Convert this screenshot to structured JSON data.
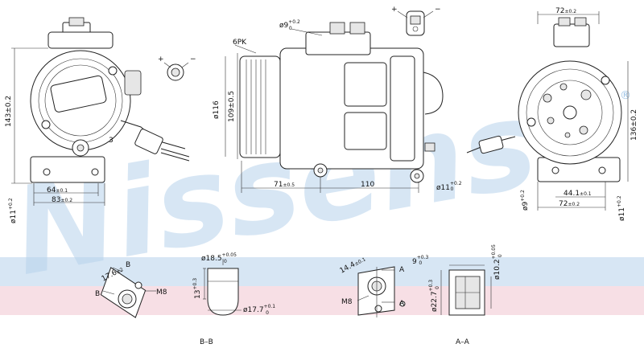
{
  "watermark": {
    "text": "Nissens",
    "registered": "®"
  },
  "band_colors": {
    "blue": "#d7e6f4",
    "pink": "#f7dfe5"
  },
  "left_view": {
    "dims": {
      "height": "143",
      "height_tol": "±0.2",
      "w64": "64",
      "w64_tol": "±0.1",
      "w83": "83",
      "w83_tol": "±0.2",
      "d11": "ø11",
      "d11_tol": "+0.2",
      "d11_tol2": "0",
      "num3": "3"
    }
  },
  "plug_top": {
    "plus": "+",
    "minus": "−"
  },
  "plug_left": {
    "plus": "+",
    "minus": "−"
  },
  "center_view": {
    "pk": "6PK",
    "d9": "ø9",
    "d9_tol": "+0.2",
    "d9_tol2": "0",
    "d116": "ø116",
    "d109": "109",
    "d109_tol": "±0.5",
    "w71": "71",
    "w71_tol": "±0.5",
    "w110": "110",
    "d11": "ø11",
    "d11_tol": "+0.2",
    "d11_tol2": "0"
  },
  "right_view": {
    "w72top": "72",
    "w72top_tol": "±0.2",
    "h136": "136",
    "h136_tol": "±0.2",
    "w44": "44.1",
    "w44_tol": "±0.1",
    "w72": "72",
    "w72_tol": "±0.2",
    "d9": "ø9",
    "d9_tol": "+0.2",
    "d11": "ø11",
    "d11_tol": "+0.2"
  },
  "detail_b": {
    "label": "B–B",
    "mark_b": "B",
    "angle": "17.6",
    "angle_sup": "±2",
    "m8": "M8"
  },
  "detail_mid": {
    "d185": "ø18.5",
    "d185_tol": "+0.05",
    "d185_tol2": "0",
    "h13": "13",
    "h13_tol": "+0.3",
    "d177": "ø17.7",
    "d177_tol": "+0.1",
    "d177_tol2": "0"
  },
  "detail_a": {
    "label": "A–A",
    "mark_a": "A",
    "d144": "14.4",
    "d144_tol": "±0.1",
    "m8": "M8",
    "w9": "9",
    "w9_tol": "+0.3",
    "w9_tol2": "0",
    "d102": "ø10.2",
    "d102_tol": "+0.05",
    "d102_tol2": "0",
    "d227": "ø22.7",
    "d227_tol": "+0.3",
    "d227_tol2": "0"
  }
}
